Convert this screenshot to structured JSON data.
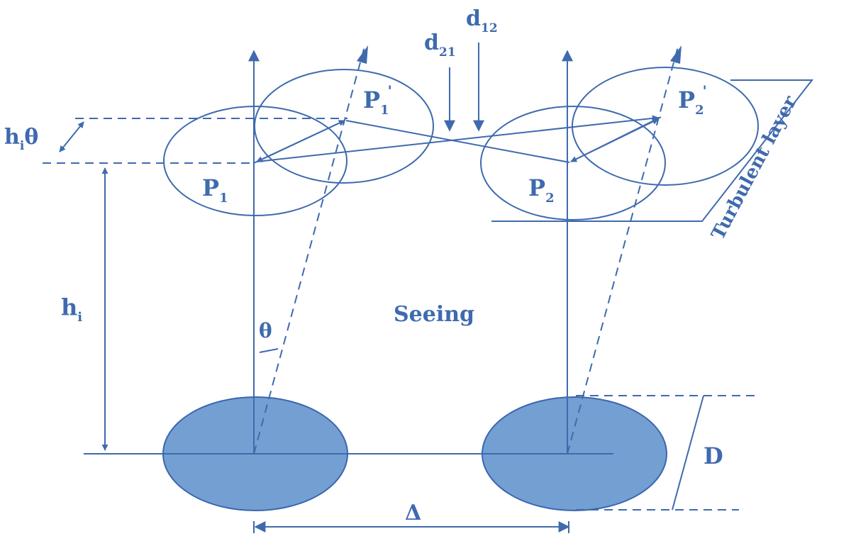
{
  "colors": {
    "line": "#3f6aae",
    "aperture_fill": "#739fd2",
    "aperture_stroke": "#3b66ae"
  },
  "labels": {
    "hi_theta": {
      "main": "h",
      "sub": "i",
      "tail": "θ"
    },
    "hi": {
      "main": "h",
      "sub": "i"
    },
    "p1": {
      "main": "P",
      "sub": "1"
    },
    "p1_prime": {
      "main": "P",
      "sub": "1",
      "sup": "'"
    },
    "p2": {
      "main": "P",
      "sub": "2"
    },
    "p2_prime": {
      "main": "P",
      "sub": "2",
      "sup": "'"
    },
    "d21": {
      "main": "d",
      "sub": "21"
    },
    "d12": {
      "main": "d",
      "sub": "12"
    },
    "theta": "θ",
    "seeing": "Seeing",
    "turbulent_layer": "Turbulent layer",
    "diameter": "D",
    "separation": "Δ"
  }
}
